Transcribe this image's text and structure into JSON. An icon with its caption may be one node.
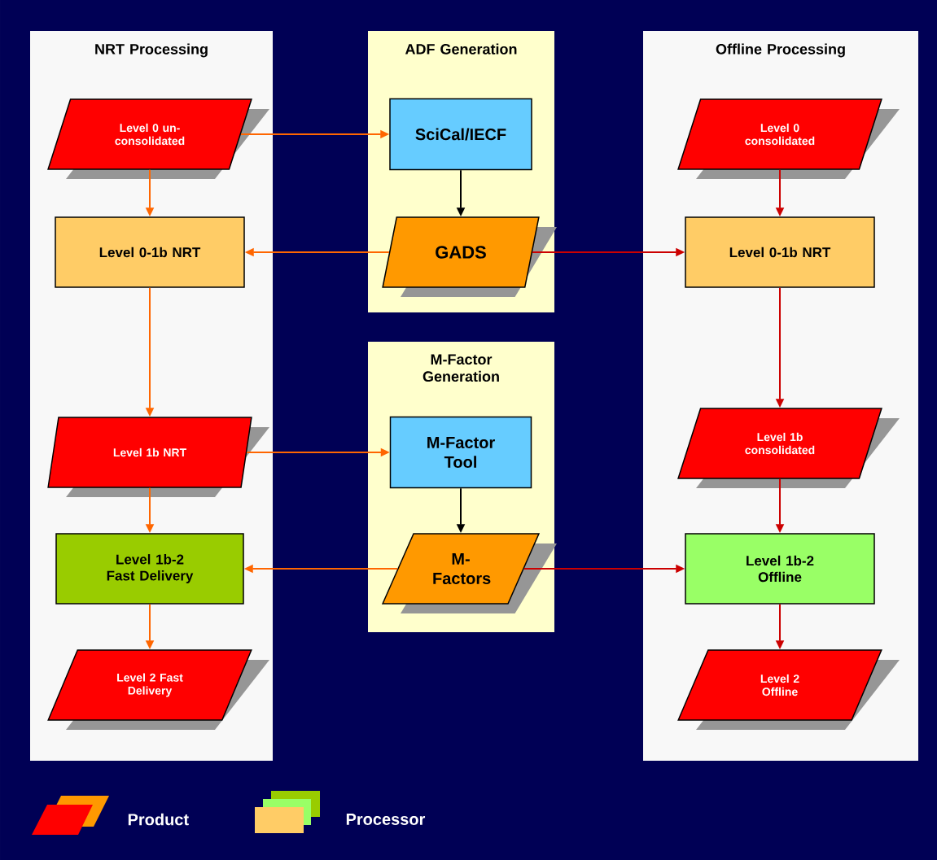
{
  "diagram": {
    "nodes": [
      {
        "text": [
          "NRT Processing"
        ]
      },
      {
        "text": [
          "Level 0 un-consolidated"
        ],
        "in": 0
      },
      {
        "text": [
          "Level 0-1b NRT"
        ],
        "in": 0
      },
      {
        "text": [
          "Level 1b NRT"
        ],
        "in": 0
      },
      {
        "text": [
          "Level 1b-2 Fast Delivery"
        ],
        "in": 0
      },
      {
        "text": [
          "Level 2 Fast Delivery"
        ],
        "in": 0
      },
      {
        "text": [
          "ADF Generation"
        ]
      },
      {
        "text": [
          "SciCal/IECF"
        ],
        "in": 6
      },
      {
        "text": [
          "GADS"
        ],
        "in": 6
      },
      {
        "text": [
          "M-Factor Generation"
        ]
      },
      {
        "text": [
          "M-Factor Tool"
        ],
        "in": 9
      },
      {
        "text": [
          "M-Factors"
        ],
        "in": 9
      },
      {
        "text": [
          "Offline Processing"
        ]
      },
      {
        "text": [
          "Level 0 consolidated"
        ],
        "in": 12
      },
      {
        "text": [
          "Level 0-1b NRT"
        ],
        "in": 12
      },
      {
        "text": [
          "Level 1b consolidated"
        ],
        "in": 12
      },
      {
        "text": [
          "Level 1b-2 Offline"
        ],
        "in": 12
      },
      {
        "text": [
          "Level 2 Offline"
        ],
        "in": 12
      }
    ],
    "edges": [
      {
        "from": 1,
        "to": 7,
        "arrow": "to"
      },
      {
        "from": 1,
        "to": 2,
        "arrow": "to"
      },
      {
        "from": 7,
        "to": 8,
        "arrow": "to",
        "color": "#000000"
      },
      {
        "from": 8,
        "to": 2,
        "arrow": "to"
      },
      {
        "from": 8,
        "to": 14,
        "arrow": "to",
        "color": "#cc0000"
      },
      {
        "from": 2,
        "to": 3,
        "arrow": "to"
      },
      {
        "from": 3,
        "to": 10,
        "arrow": "to"
      },
      {
        "from": 3,
        "to": 4,
        "arrow": "to"
      },
      {
        "from": 10,
        "to": 11,
        "arrow": "to",
        "color": "#000000"
      },
      {
        "from": 11,
        "to": 4,
        "arrow": "to"
      },
      {
        "from": 11,
        "to": 16,
        "arrow": "to",
        "color": "#cc0000"
      },
      {
        "from": 4,
        "to": 5,
        "arrow": "to"
      },
      {
        "from": 13,
        "to": 14,
        "arrow": "to",
        "color": "#cc0000"
      },
      {
        "from": 14,
        "to": 15,
        "arrow": "to",
        "color": "#cc0000"
      },
      {
        "from": 15,
        "to": 16,
        "arrow": "to",
        "color": "#cc0000"
      },
      {
        "from": 16,
        "to": 17,
        "arrow": "to",
        "color": "#cc0000"
      }
    ],
    "legend": [
      {
        "text": "Product"
      },
      {
        "text": "Processor"
      }
    ]
  }
}
